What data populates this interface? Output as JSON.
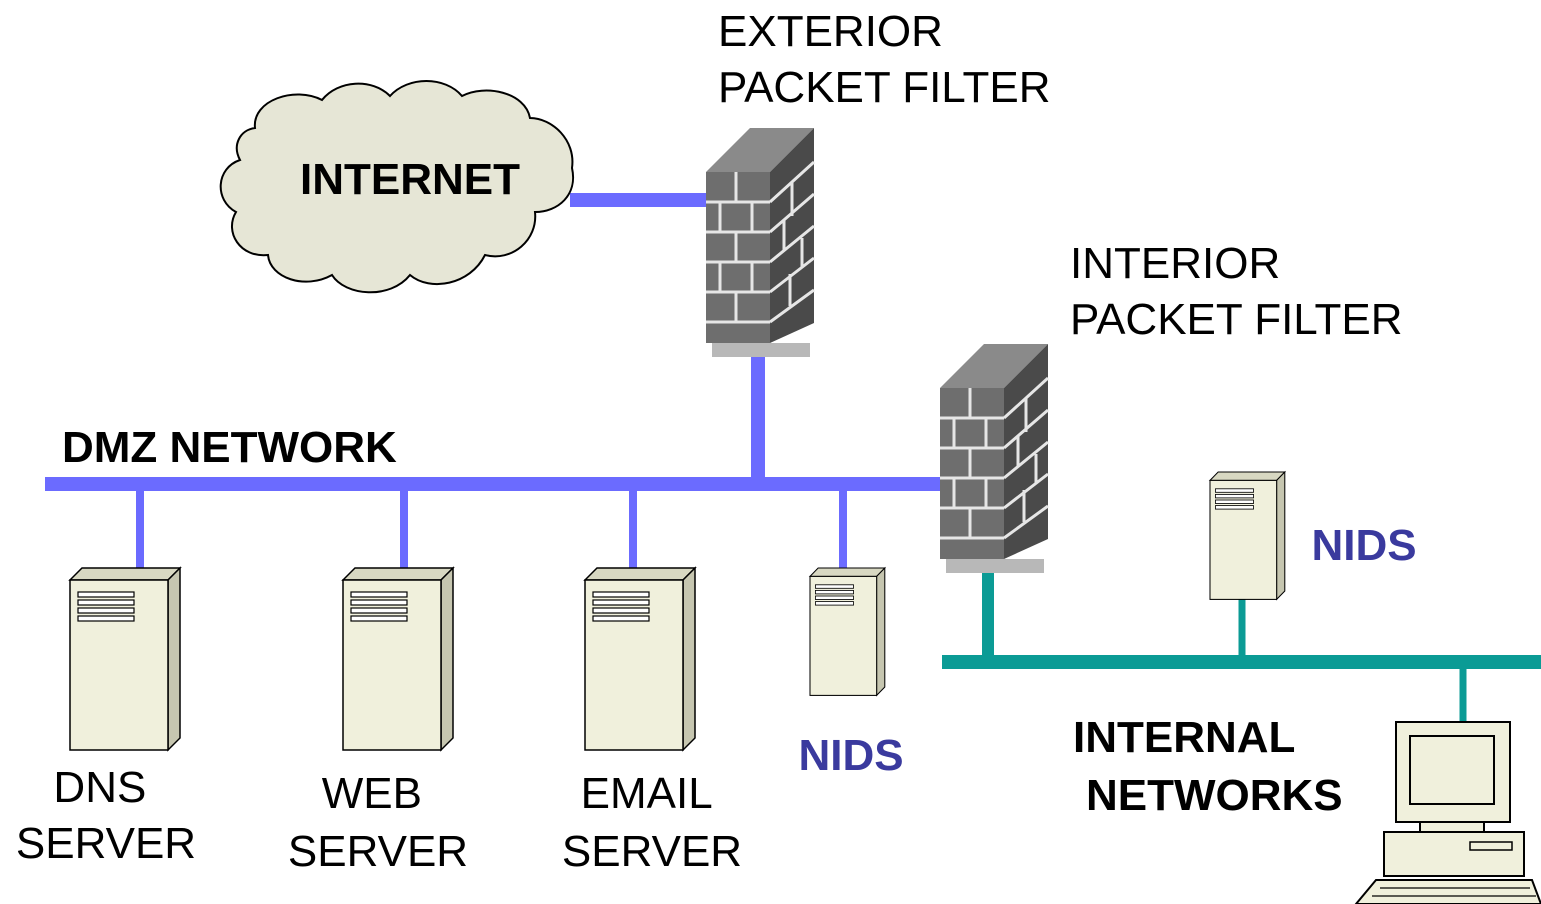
{
  "colors": {
    "dmz_link": "#6b6bff",
    "internal_link": "#0b9b95",
    "firewall_dark": "#5a5a5a",
    "server_fill": "#f0f0dc",
    "nids_label": "#3a3a9e"
  },
  "labels": {
    "exterior_filter": [
      "EXTERIOR",
      "PACKET FILTER"
    ],
    "interior_filter": [
      "INTERIOR",
      "PACKET FILTER"
    ],
    "internet": "INTERNET",
    "dmz_network": "DMZ NETWORK",
    "internal_networks": [
      "INTERNAL",
      "NETWORKS"
    ],
    "dns_server": [
      "DNS",
      "SERVER"
    ],
    "web_server": [
      "WEB",
      "SERVER"
    ],
    "email_server": [
      "EMAIL",
      "SERVER"
    ],
    "nids_dmz": "NIDS",
    "nids_internal": "NIDS"
  },
  "icons": {
    "cloud": "cloud-icon",
    "firewall": "firewall-icon",
    "server": "server-tower-icon",
    "workstation": "desktop-computer-icon"
  }
}
